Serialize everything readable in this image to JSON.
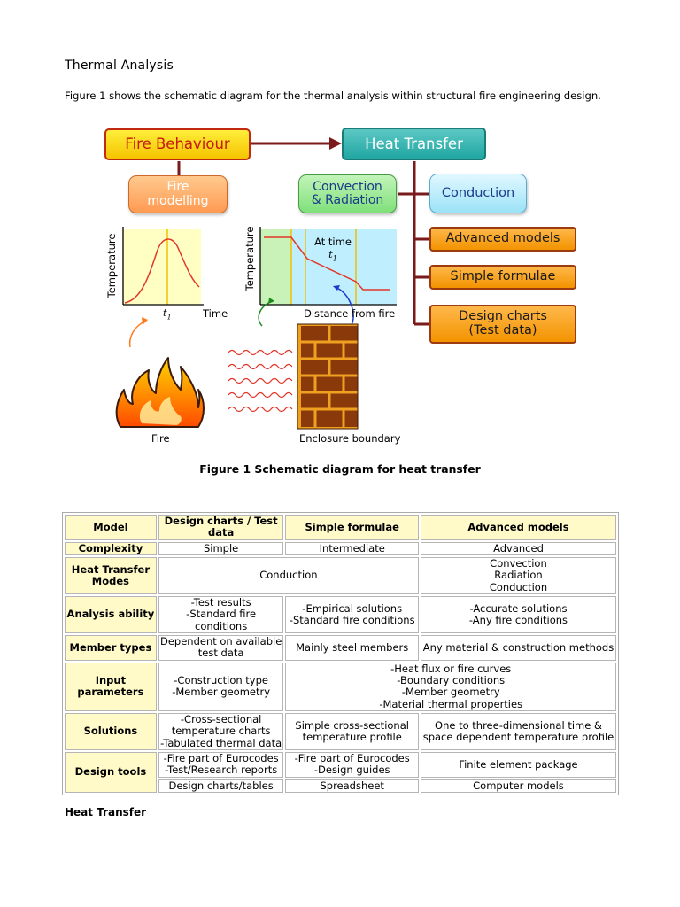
{
  "page": {
    "title": "Thermal Analysis",
    "intro": "Figure 1 shows the schematic diagram for the thermal analysis within structural fire engineering design.",
    "figure_caption": "Figure 1 Schematic diagram for heat transfer",
    "next_heading": "Heat Transfer"
  },
  "diagram": {
    "fire_behaviour": "Fire Behaviour",
    "heat_transfer": "Heat Transfer",
    "fire_modelling": [
      "Fire",
      "modelling"
    ],
    "convection_radiation": [
      "Convection",
      "& Radiation"
    ],
    "conduction": "Conduction",
    "advanced_models": "Advanced models",
    "simple_formulae": "Simple formulae",
    "design_charts": [
      "Design charts",
      "(Test data)"
    ],
    "graph1": {
      "ylabel": "Temperature",
      "xlabel": "Time",
      "tick": "t",
      "tick_sub": "1"
    },
    "graph2": {
      "ylabel": "Temperature",
      "xlabel": "Distance from fire",
      "note": "At time",
      "note_var": "t",
      "note_sub": "1"
    },
    "fire_label": "Fire",
    "enclosure_label": "Enclosure boundary",
    "colors": {
      "fire_box": "#f5c400",
      "heat_box": "#21a7a2",
      "connector": "#7a1a1a",
      "graph_bg": "#ffffc4",
      "graph_curve": "#e2362a"
    }
  },
  "table": {
    "header": {
      "model": "Model",
      "design_charts": [
        "Design charts / Test",
        "data"
      ],
      "simple_formulae": "Simple formulae",
      "advanced_models": "Advanced models"
    },
    "complexity": {
      "label": "Complexity",
      "values": [
        "Simple",
        "Intermediate",
        "Advanced"
      ]
    },
    "heat_transfer_modes": {
      "label": [
        "Heat Transfer",
        "Modes"
      ],
      "conduction": "Conduction",
      "advanced": [
        "Convection",
        "Radiation",
        "Conduction"
      ]
    },
    "analysis_ability": {
      "label": "Analysis ability",
      "design_charts": [
        "-Test results",
        "-Standard fire",
        "conditions"
      ],
      "simple_formulae": [
        "-Empirical solutions",
        "-Standard fire conditions"
      ],
      "advanced_models": [
        "-Accurate solutions",
        "-Any fire conditions"
      ]
    },
    "member_types": {
      "label": "Member types",
      "design_charts": [
        "Dependent on available",
        "test data"
      ],
      "simple_formulae": "Mainly steel members",
      "advanced_models": "Any material & construction methods"
    },
    "input_parameters": {
      "label": [
        "Input",
        "parameters"
      ],
      "design_charts": [
        "-Construction type",
        "-Member geometry"
      ],
      "merged": [
        "-Heat flux or fire curves",
        "-Boundary conditions",
        "-Member geometry",
        "-Material thermal properties"
      ]
    },
    "solutions": {
      "label": "Solutions",
      "design_charts": [
        "-Cross-sectional",
        "temperature charts",
        "-Tabulated thermal data"
      ],
      "simple_formulae": [
        "Simple cross-sectional",
        "temperature profile"
      ],
      "advanced_models": [
        "One to three-dimensional time &",
        "space dependent temperature profile"
      ]
    },
    "design_tools": {
      "label": "Design tools",
      "design_charts": [
        "-Fire part of Eurocodes",
        "-Test/Research reports"
      ],
      "simple_formulae": [
        "-Fire part of Eurocodes",
        "-Design guides"
      ],
      "advanced_models": "Finite element package",
      "design_charts_2": "Design charts/tables",
      "simple_formulae_2": "Spreadsheet",
      "advanced_models_2": "Computer models"
    }
  }
}
